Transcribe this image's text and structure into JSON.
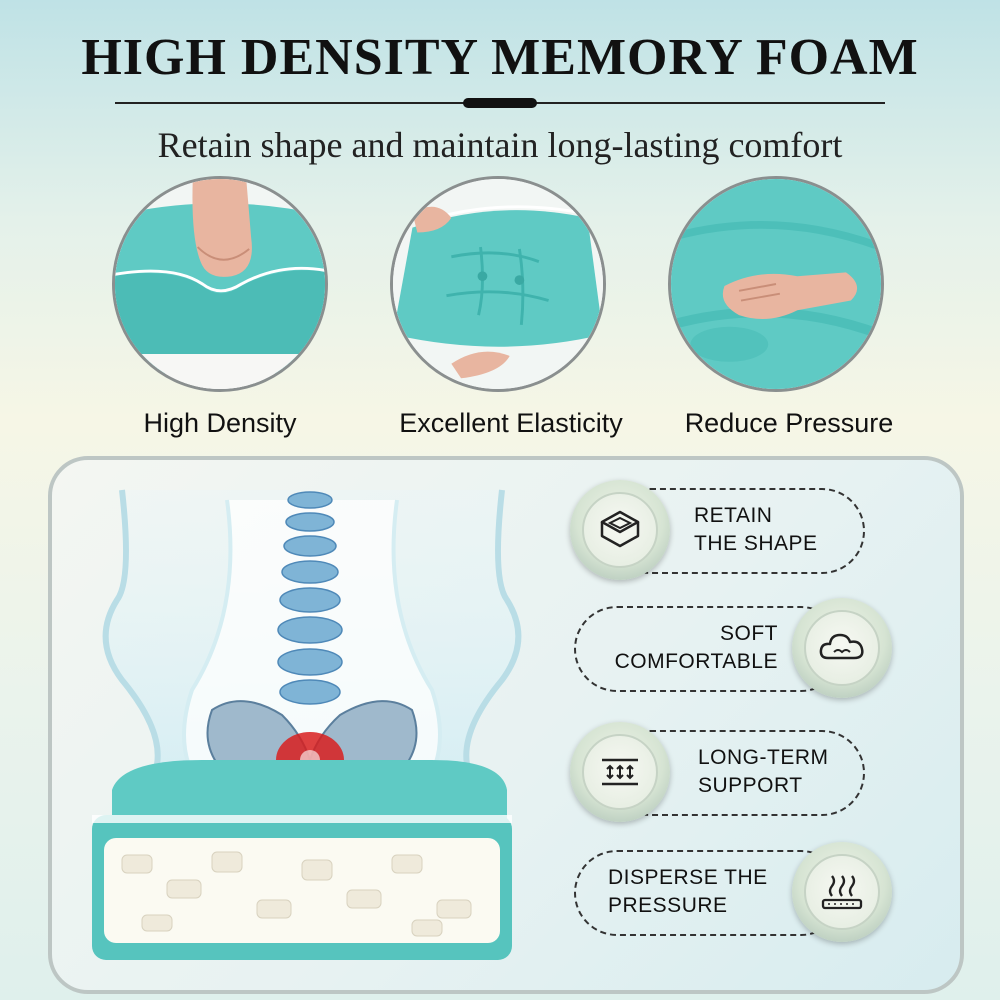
{
  "header": {
    "title": "HIGH DENSITY MEMORY FOAM",
    "subtitle": "Retain shape and maintain long-lasting comfort"
  },
  "features": [
    {
      "label": "High Density"
    },
    {
      "label": "Excellent Elasticity"
    },
    {
      "label": "Reduce Pressure"
    }
  ],
  "benefits": [
    {
      "line1": "RETAIN",
      "line2": "THE SHAPE",
      "icon": "box-icon"
    },
    {
      "line1": "SOFT",
      "line2": "COMFORTABLE",
      "icon": "cloud-icon"
    },
    {
      "line1": "LONG-TERM",
      "line2": "SUPPORT",
      "icon": "support-arrows-icon"
    },
    {
      "line1": "DISPERSE THE",
      "line2": "PRESSURE",
      "icon": "heat-waves-icon"
    }
  ],
  "colors": {
    "cushion": "#5fcac4",
    "cushion_dark": "#3fb3ad",
    "accent_red": "#d81e1e"
  }
}
